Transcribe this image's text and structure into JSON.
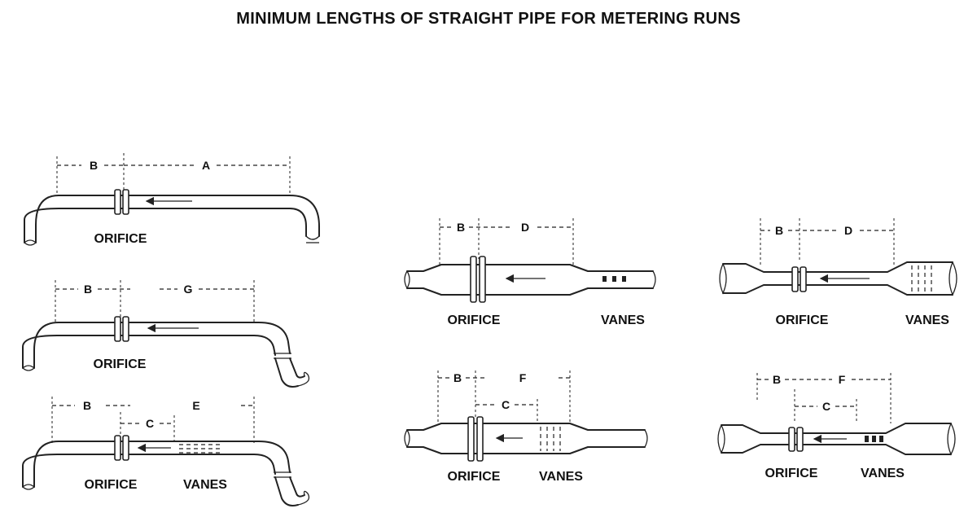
{
  "title": "MINIMUM LENGTHS OF STRAIGHT PIPE FOR METERING RUNS",
  "labels": {
    "orifice": "ORIFICE",
    "vanes": "VANES"
  },
  "dimensions": {
    "a": "A",
    "b": "B",
    "c": "C",
    "d": "D",
    "e": "E",
    "f": "F",
    "g": "G"
  }
}
